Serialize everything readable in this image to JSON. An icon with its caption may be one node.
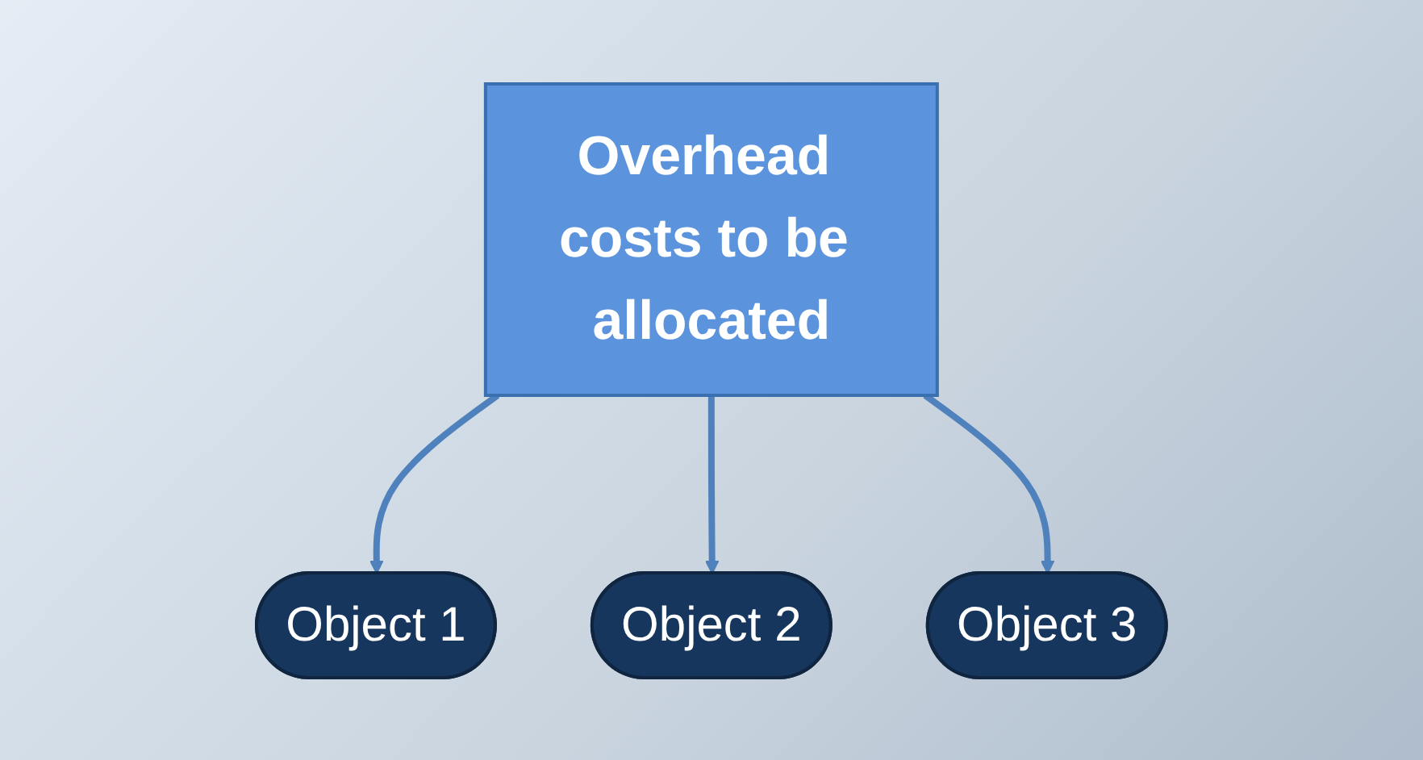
{
  "diagram": {
    "nodes": [
      {
        "text": [
          "Overhead costs to be allocated"
        ]
      },
      {
        "text": [
          "Object 1"
        ]
      },
      {
        "text": [
          "Object 2"
        ]
      },
      {
        "text": [
          "Object 3"
        ]
      }
    ],
    "edges": [
      {
        "from": 0,
        "to": 1,
        "arrow": "to"
      },
      {
        "from": 0,
        "to": 2,
        "arrow": "to"
      },
      {
        "from": 0,
        "to": 3,
        "arrow": "to"
      }
    ]
  }
}
